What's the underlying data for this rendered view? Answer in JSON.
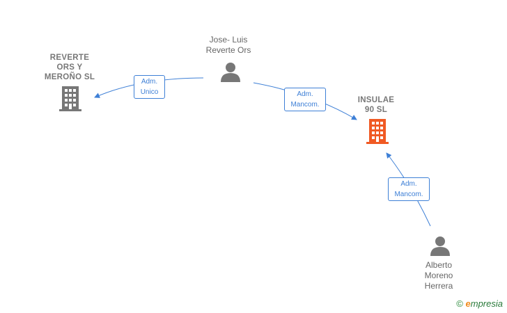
{
  "nodes": {
    "company_reverte": {
      "lines": [
        "REVERTE",
        "ORS Y",
        "MEROÑO  SL"
      ],
      "color": "#777777"
    },
    "company_insulae": {
      "lines": [
        "INSULAE",
        "90  SL"
      ],
      "color": "#f05a24"
    },
    "person_jose": {
      "lines": [
        "Jose- Luis",
        "Reverte Ors"
      ]
    },
    "person_alberto": {
      "lines": [
        "Alberto",
        "Moreno",
        "Herrera"
      ]
    }
  },
  "edges": {
    "jose_to_reverte": {
      "lines": [
        "Adm.",
        "Unico"
      ]
    },
    "jose_to_insulae": {
      "lines": [
        "Adm.",
        "Mancom."
      ]
    },
    "alberto_to_insulae": {
      "lines": [
        "Adm.",
        "Mancom."
      ]
    }
  },
  "watermark": {
    "copyright": "©",
    "brand_initial": "e",
    "brand_rest": "mpresia"
  },
  "colors": {
    "edge": "#3d7fd6",
    "person": "#777777"
  }
}
